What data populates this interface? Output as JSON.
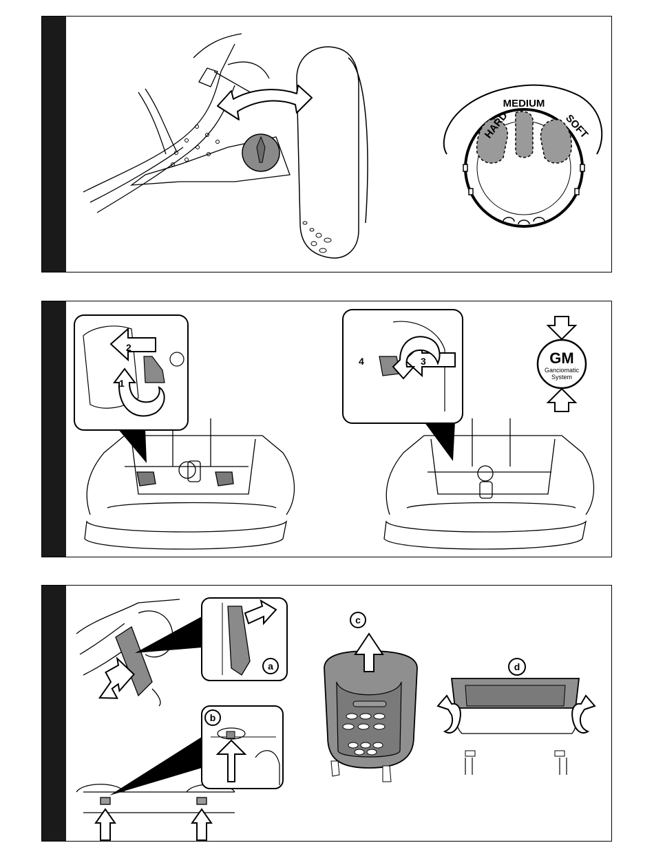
{
  "panel1": {
    "dial_labels": {
      "hard": "HARD",
      "medium": "MEDIUM",
      "soft": "SOFT"
    }
  },
  "panel2": {
    "steps": {
      "s1": "1",
      "s2": "2",
      "s3": "3",
      "s4": "4"
    },
    "gm_logo": {
      "mark": "GM",
      "line1": "Ganciomatic",
      "line2": "System"
    }
  },
  "panel3": {
    "callouts": {
      "a": "a",
      "b": "b",
      "c": "c",
      "d": "d"
    }
  }
}
